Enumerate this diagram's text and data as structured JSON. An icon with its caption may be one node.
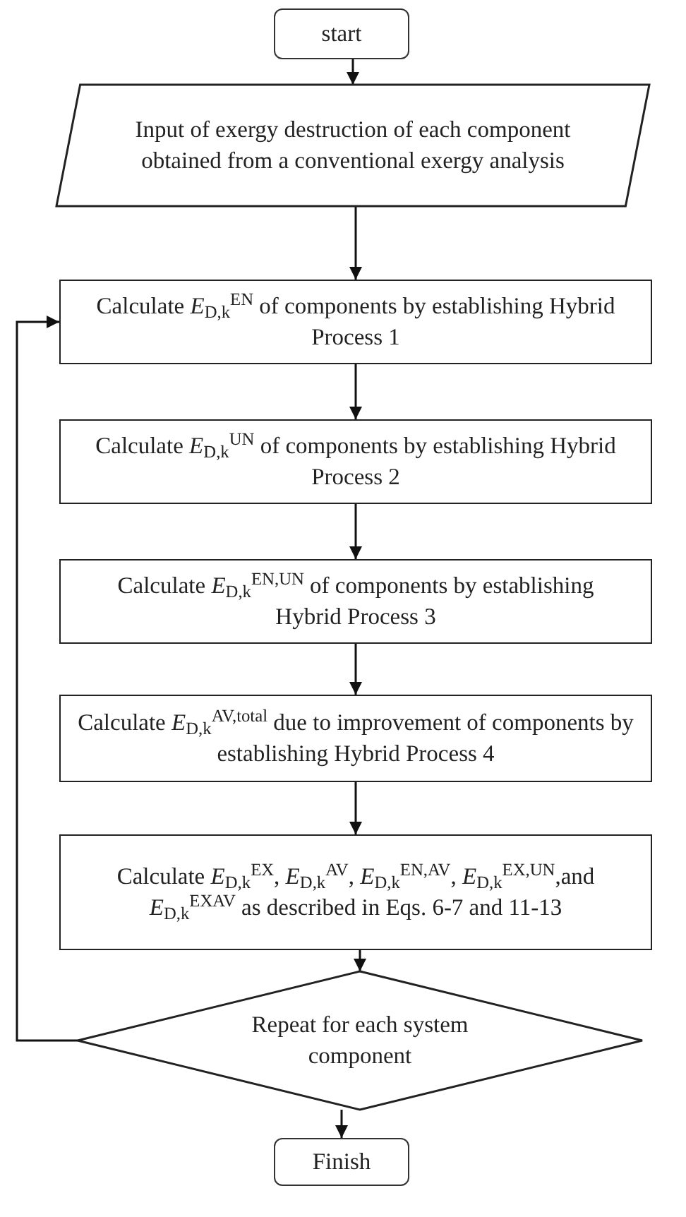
{
  "diagram": {
    "nodes": [
      {
        "text": [
          "start"
        ]
      },
      {
        "text": [
          "Input of exergy destruction of each component obtained from a conventional exergy analysis"
        ]
      },
      {
        "text": [
          "Calculate *E*$_{D,k}$$^{EN}$ of components by establishing Hybrid Process 1"
        ]
      },
      {
        "text": [
          "Calculate *E*$_{D,k}$$^{UN}$ of components by establishing Hybrid Process 2"
        ]
      },
      {
        "text": [
          "Calculate *E*$_{D,k}$$^{EN,UN}$ of components by establishing Hybrid Process 3"
        ]
      },
      {
        "text": [
          "Calculate *E*$_{D,k}$$^{AV,total}$ due to improvement of components by establishing Hybrid Process 4"
        ]
      },
      {
        "text": [
          "Calculate *E*$_{D,k}$$^{EX}$, *E*$_{D,k}$$^{AV}$, *E*$_{D,k}$$^{EN,AV}$, *E*$_{D,k}$$^{EX,UN}$,and *E*$_{D,k}$$^{EXAV}$ as described in Eqs. 6-7 and 11-13"
        ]
      },
      {
        "text": [
          "Repeat for each system component"
        ]
      },
      {
        "text": [
          "Finish"
        ]
      }
    ],
    "edges": [
      {
        "from": 0,
        "to": 1,
        "arrow": "to"
      },
      {
        "from": 1,
        "to": 2,
        "arrow": "to"
      },
      {
        "from": 2,
        "to": 3,
        "arrow": "to"
      },
      {
        "from": 3,
        "to": 4,
        "arrow": "to"
      },
      {
        "from": 4,
        "to": 5,
        "arrow": "to"
      },
      {
        "from": 5,
        "to": 6,
        "arrow": "to"
      },
      {
        "from": 6,
        "to": 7,
        "arrow": "to"
      },
      {
        "from": 7,
        "to": 8,
        "arrow": "to"
      },
      {
        "from": 7,
        "to": 2,
        "arrow": "to"
      }
    ]
  }
}
